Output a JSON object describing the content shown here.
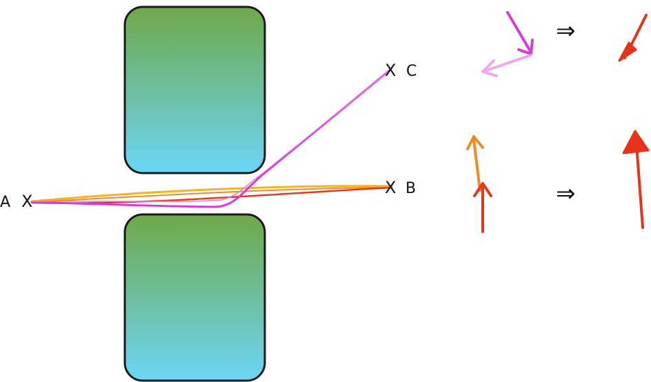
{
  "points": {
    "a": {
      "label": "A",
      "marker": "X"
    },
    "b": {
      "label": "B",
      "marker": "X"
    },
    "c": {
      "label": "C",
      "marker": "X"
    }
  },
  "implies_symbol": "⇒",
  "colors": {
    "block_top": "#6fa84a",
    "block_bottom": "#6cd6f6",
    "block_border": "#1a1a1a",
    "path_yellow": "#f5b31e",
    "path_orange": "#f08a26",
    "path_red": "#e53a1a",
    "path_magenta": "#d43bd8",
    "path_violet": "#e27ae6",
    "arrow_light_pink": "#f0a8ec",
    "arrow_result_red": "#e5341a"
  },
  "icons": {
    "bend_input_arrows": "magenta-and-pink-arrow-icons",
    "bend_result_arrow": "red-arrow-down-left-icon",
    "straight_input_arrows": "orange-and-red-arrow-icons",
    "straight_result_arrow": "red-arrow-up-icon"
  }
}
